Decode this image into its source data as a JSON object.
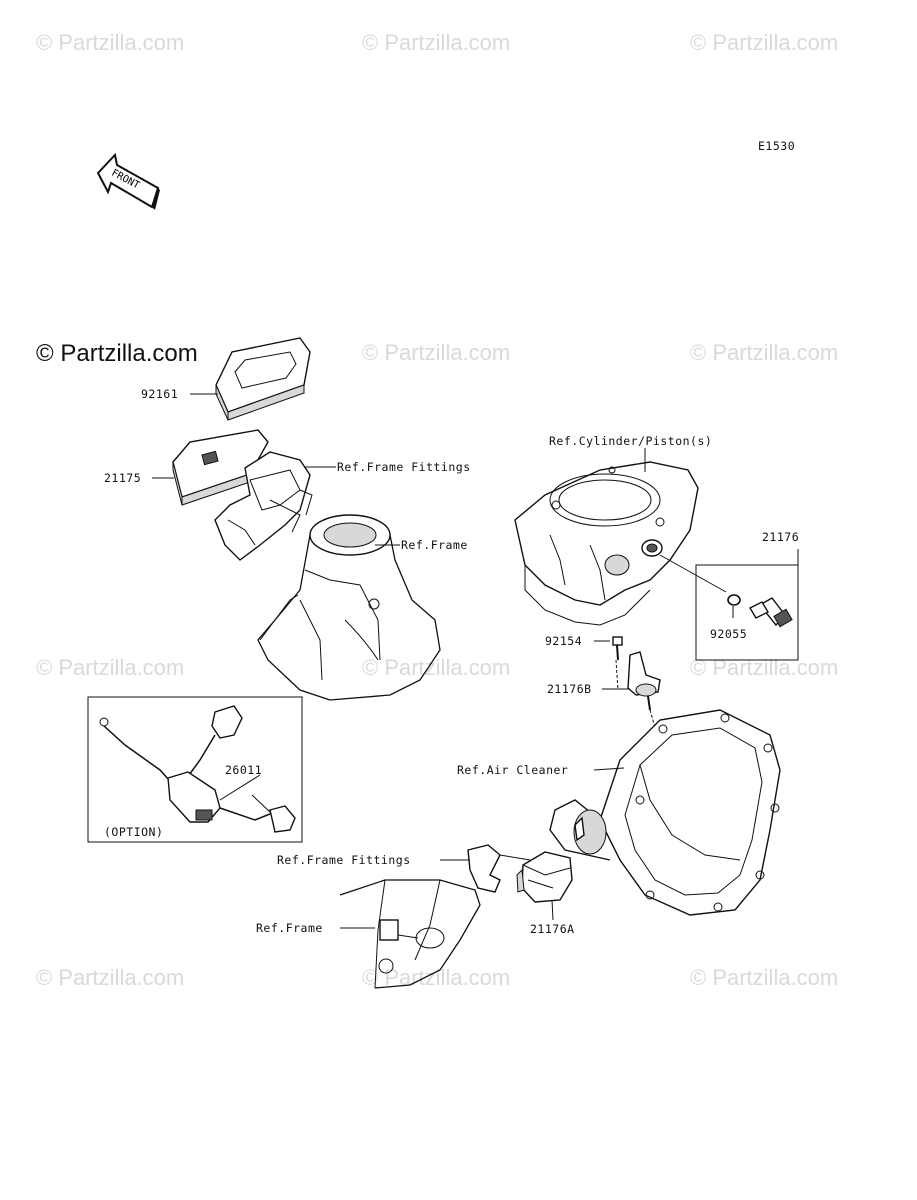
{
  "diagram_code": "E1530",
  "front_label": "FRONT",
  "watermark": "© Partzilla.com",
  "watermark_main": "© Partzilla.com",
  "labels": {
    "p92161": "92161",
    "p21175": "21175",
    "ref_frame_fittings_top": "Ref.Frame Fittings",
    "ref_frame_top": "Ref.Frame",
    "ref_cylinder": "Ref.Cylinder/Piston(s)",
    "p21176": "21176",
    "p92055": "92055",
    "p92154": "92154",
    "p21176b": "21176B",
    "ref_air_cleaner": "Ref.Air Cleaner",
    "p26011": "26011",
    "option": "(OPTION)",
    "ref_frame_fittings_bottom": "Ref.Frame Fittings",
    "ref_frame_bottom": "Ref.Frame",
    "p21176a": "21176A"
  }
}
